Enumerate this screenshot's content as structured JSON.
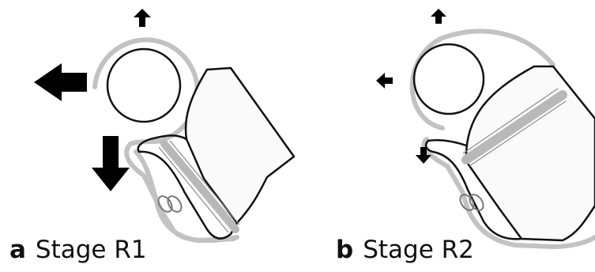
{
  "panels": [
    {
      "letter": "a",
      "stage": "Stage R1"
    },
    {
      "letter": "b",
      "stage": "Stage R2"
    }
  ],
  "colors": {
    "outline": "#111111",
    "halo": "#c2c2c2",
    "band": "#b8b8b8",
    "fill": "#fafafa",
    "arrow": "#000000"
  }
}
